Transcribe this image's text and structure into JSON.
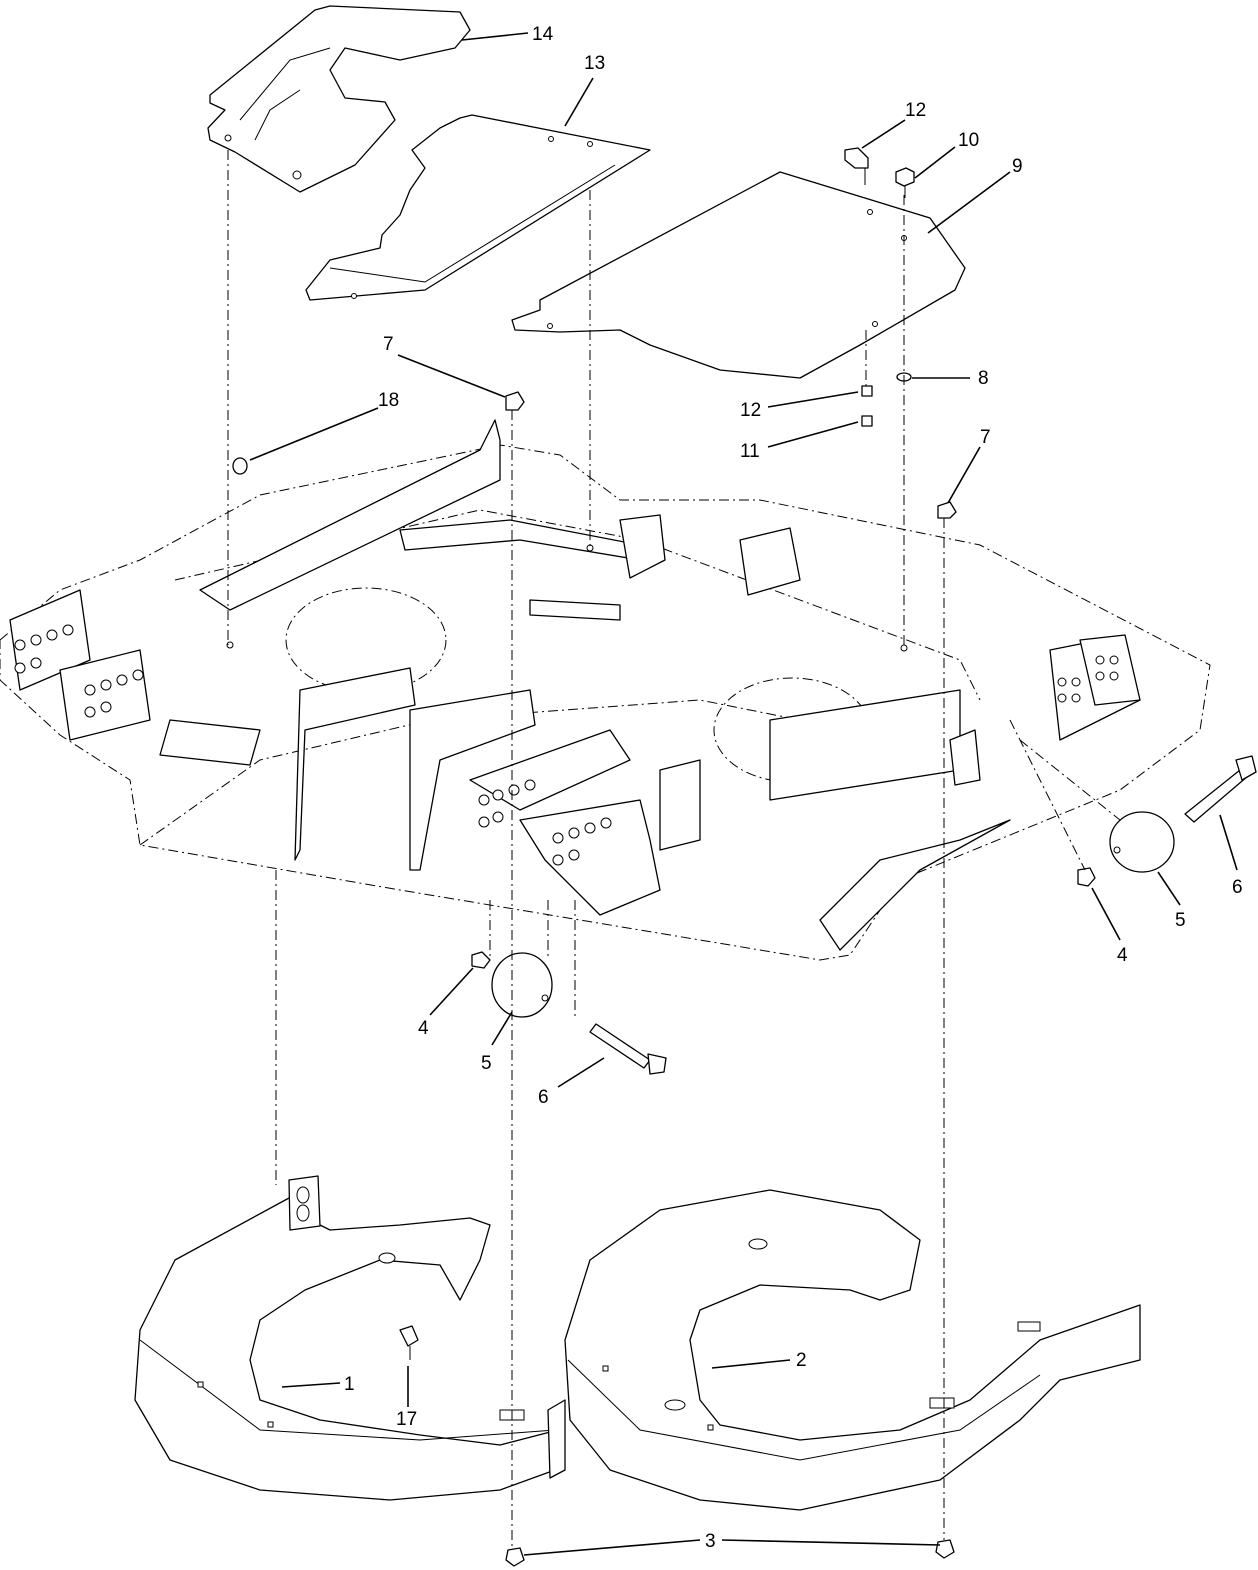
{
  "callouts": [
    {
      "id": "c14",
      "text": "14"
    },
    {
      "id": "c13",
      "text": "13"
    },
    {
      "id": "c12a",
      "text": "12"
    },
    {
      "id": "c10",
      "text": "10"
    },
    {
      "id": "c9",
      "text": "9"
    },
    {
      "id": "c7a",
      "text": "7"
    },
    {
      "id": "c18",
      "text": "18"
    },
    {
      "id": "c12b",
      "text": "12"
    },
    {
      "id": "c8",
      "text": "8"
    },
    {
      "id": "c11",
      "text": "11"
    },
    {
      "id": "c7b",
      "text": "7"
    },
    {
      "id": "c6a",
      "text": "6"
    },
    {
      "id": "c5a",
      "text": "5"
    },
    {
      "id": "c4a",
      "text": "4"
    },
    {
      "id": "c4b",
      "text": "4"
    },
    {
      "id": "c5b",
      "text": "5"
    },
    {
      "id": "c6b",
      "text": "6"
    },
    {
      "id": "c2",
      "text": "2"
    },
    {
      "id": "c1",
      "text": "1"
    },
    {
      "id": "c17",
      "text": "17"
    },
    {
      "id": "c3",
      "text": "3"
    }
  ]
}
